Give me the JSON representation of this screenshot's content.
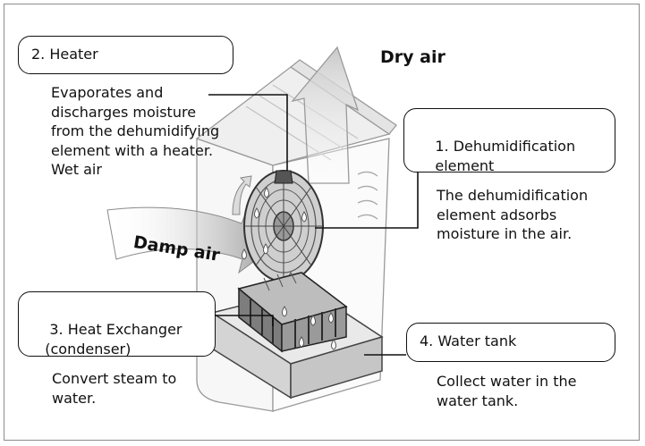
{
  "heater": {
    "title": "2. Heater",
    "description": "Evaporates and\ndischarges moisture\nfrom the dehumidifying\nelement with a heater.\nWet air"
  },
  "dehumidification_element": {
    "title": "1. Dehumidification\n    element",
    "description": "The dehumidification\nelement adsorbs\nmoisture in the air."
  },
  "heat_exchanger": {
    "title": "3. Heat Exchanger\n   (condenser)",
    "description": "Convert steam to\nwater."
  },
  "water_tank": {
    "title": "4. Water tank",
    "description": "Collect water in the\nwater tank."
  },
  "flow_labels": {
    "dry_air": "Dry air",
    "damp_air": "Damp air"
  }
}
